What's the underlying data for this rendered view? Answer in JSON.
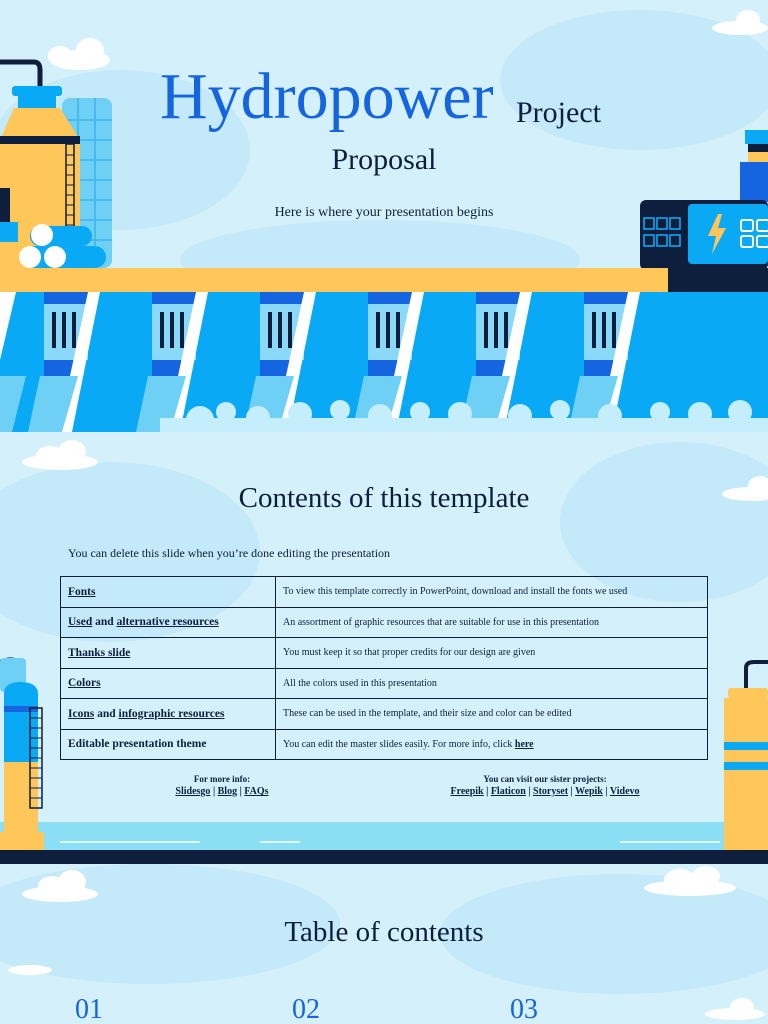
{
  "slide1": {
    "title_main": "Hydropower",
    "title_word2": "Project",
    "title_word3": "Proposal",
    "subtitle": "Here is where your presentation begins"
  },
  "slide2": {
    "heading": "Contents of this template",
    "note": "You can delete this slide when you’re done editing the presentation",
    "rows": [
      {
        "key_a": "Fonts",
        "key_mid": "",
        "key_b": "",
        "value": "To view this template correctly in PowerPoint, download and install the fonts we used",
        "value_link": ""
      },
      {
        "key_a": "Used",
        "key_mid": " and ",
        "key_b": "alternative resources",
        "value": "An assortment of graphic resources that are suitable for use in this presentation",
        "value_link": ""
      },
      {
        "key_a": "Thanks slide",
        "key_mid": "",
        "key_b": "",
        "value": "You must keep it so that proper credits for our design are given",
        "value_link": ""
      },
      {
        "key_a": "Colors",
        "key_mid": "",
        "key_b": "",
        "value": "All the colors used in this presentation",
        "value_link": ""
      },
      {
        "key_a": "Icons",
        "key_mid": " and ",
        "key_b": "infographic resources",
        "value": "These can be used in the template, and their size and color can be edited",
        "value_link": ""
      },
      {
        "key_plain": "Editable presentation theme",
        "value": "You can edit the master slides easily. For more info, click ",
        "value_link": "here"
      }
    ],
    "info_left": {
      "caption": "For more info:",
      "links": [
        "Slidesgo",
        "Blog",
        "FAQs"
      ]
    },
    "info_right": {
      "caption": "You can visit our sister projects:",
      "links": [
        "Freepik",
        "Flaticon",
        "Storyset",
        "Wepik",
        "Videvo"
      ]
    }
  },
  "slide3": {
    "heading": "Table of contents",
    "numbers": [
      "01",
      "02",
      "03"
    ]
  },
  "colors": {
    "background": "#d4f0fb",
    "accent_blue": "#1565e0",
    "bright_blue": "#0aa9f5",
    "yellow": "#ffc65a",
    "navy": "#0e1f3e"
  }
}
